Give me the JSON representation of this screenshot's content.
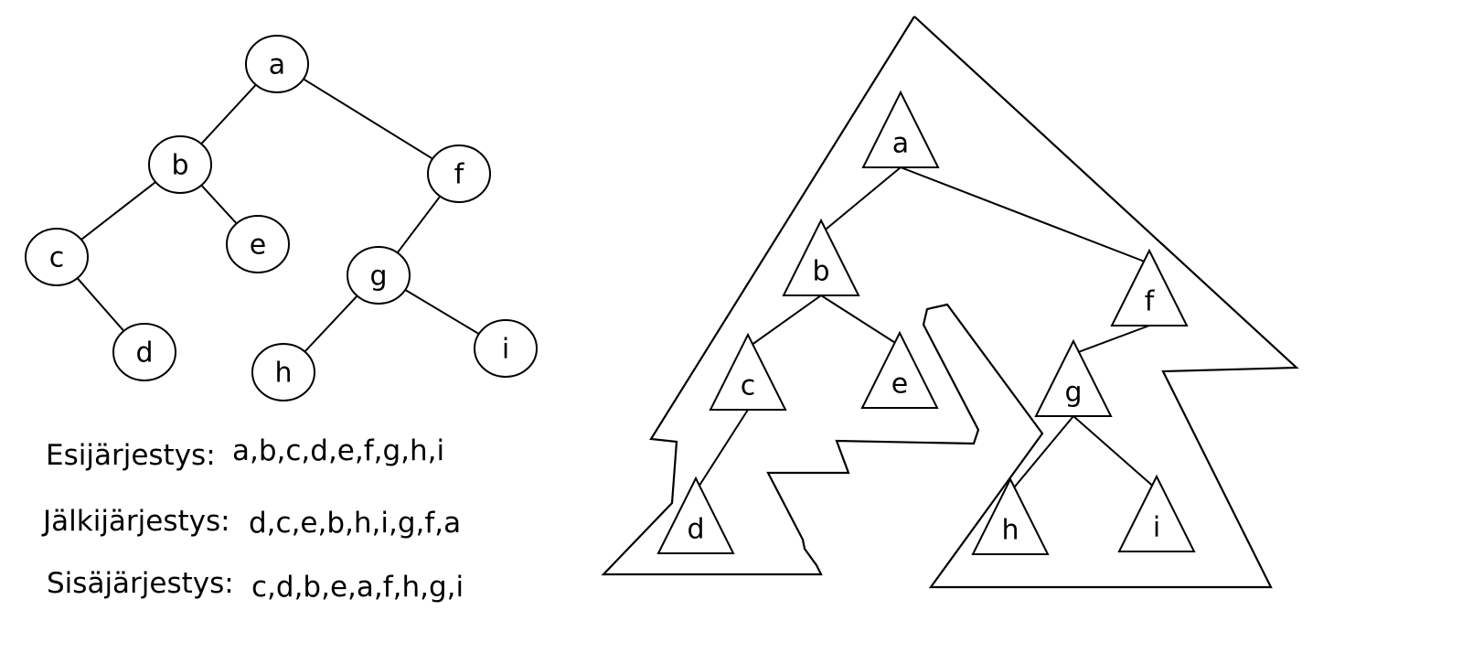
{
  "tree": {
    "nodes": [
      "a",
      "b",
      "c",
      "d",
      "e",
      "f",
      "g",
      "h",
      "i"
    ],
    "edges": [
      [
        "a",
        "b"
      ],
      [
        "a",
        "f"
      ],
      [
        "b",
        "c"
      ],
      [
        "b",
        "e"
      ],
      [
        "c",
        "d"
      ],
      [
        "f",
        "g"
      ],
      [
        "g",
        "h"
      ],
      [
        "g",
        "i"
      ]
    ]
  },
  "traversals": [
    {
      "label": "Esijärjestys:",
      "value": "a,b,c,d,e,f,g,h,i"
    },
    {
      "label": "Jälkijärjestys:",
      "value": "d,c,e,b,h,i,g,f,a"
    },
    {
      "label": "Sisäjärjestys:",
      "value": "c,d,b,e,a,f,h,g,i"
    }
  ]
}
